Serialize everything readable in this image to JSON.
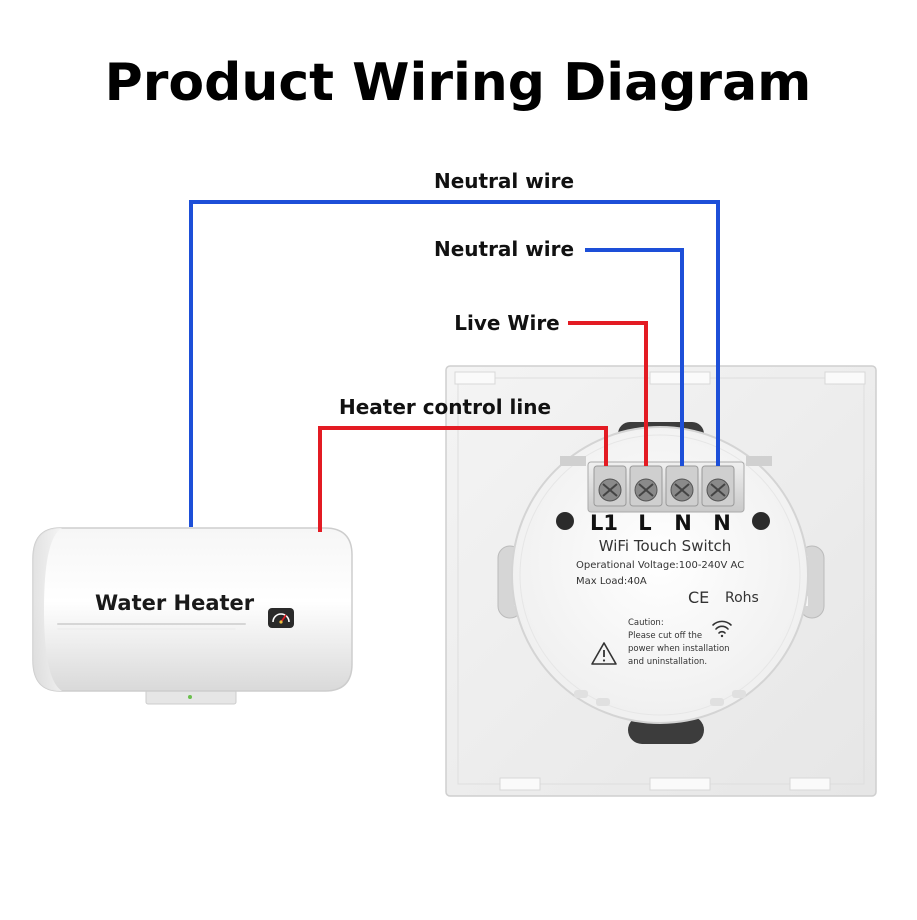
{
  "title": "Product Wiring Diagram",
  "wires": {
    "neutral_outer": {
      "label": "Neutral wire",
      "color": "#1d4fd8"
    },
    "neutral_inner": {
      "label": "Neutral wire",
      "color": "#1d4fd8"
    },
    "live": {
      "label": "Live Wire",
      "color": "#e31b23"
    },
    "heater_control": {
      "label": "Heater control line",
      "color": "#e31b23"
    }
  },
  "heater": {
    "label": "Water Heater",
    "indicator_icon": "gauge-icon"
  },
  "switch": {
    "terminals": [
      "L1",
      "L",
      "N",
      "N"
    ],
    "name": "WiFi Touch Switch",
    "voltage": "Operational Voltage:100-240V AC",
    "max_load": "Max Load:40A",
    "ce_mark": "CE",
    "rohs": "Rohs",
    "caution_title": "Caution:",
    "caution_lines": [
      "Please cut off the",
      "power when installation",
      "and uninstallation."
    ],
    "wifi_icon": "wifi-icon",
    "warning_icon": "warning-icon"
  }
}
